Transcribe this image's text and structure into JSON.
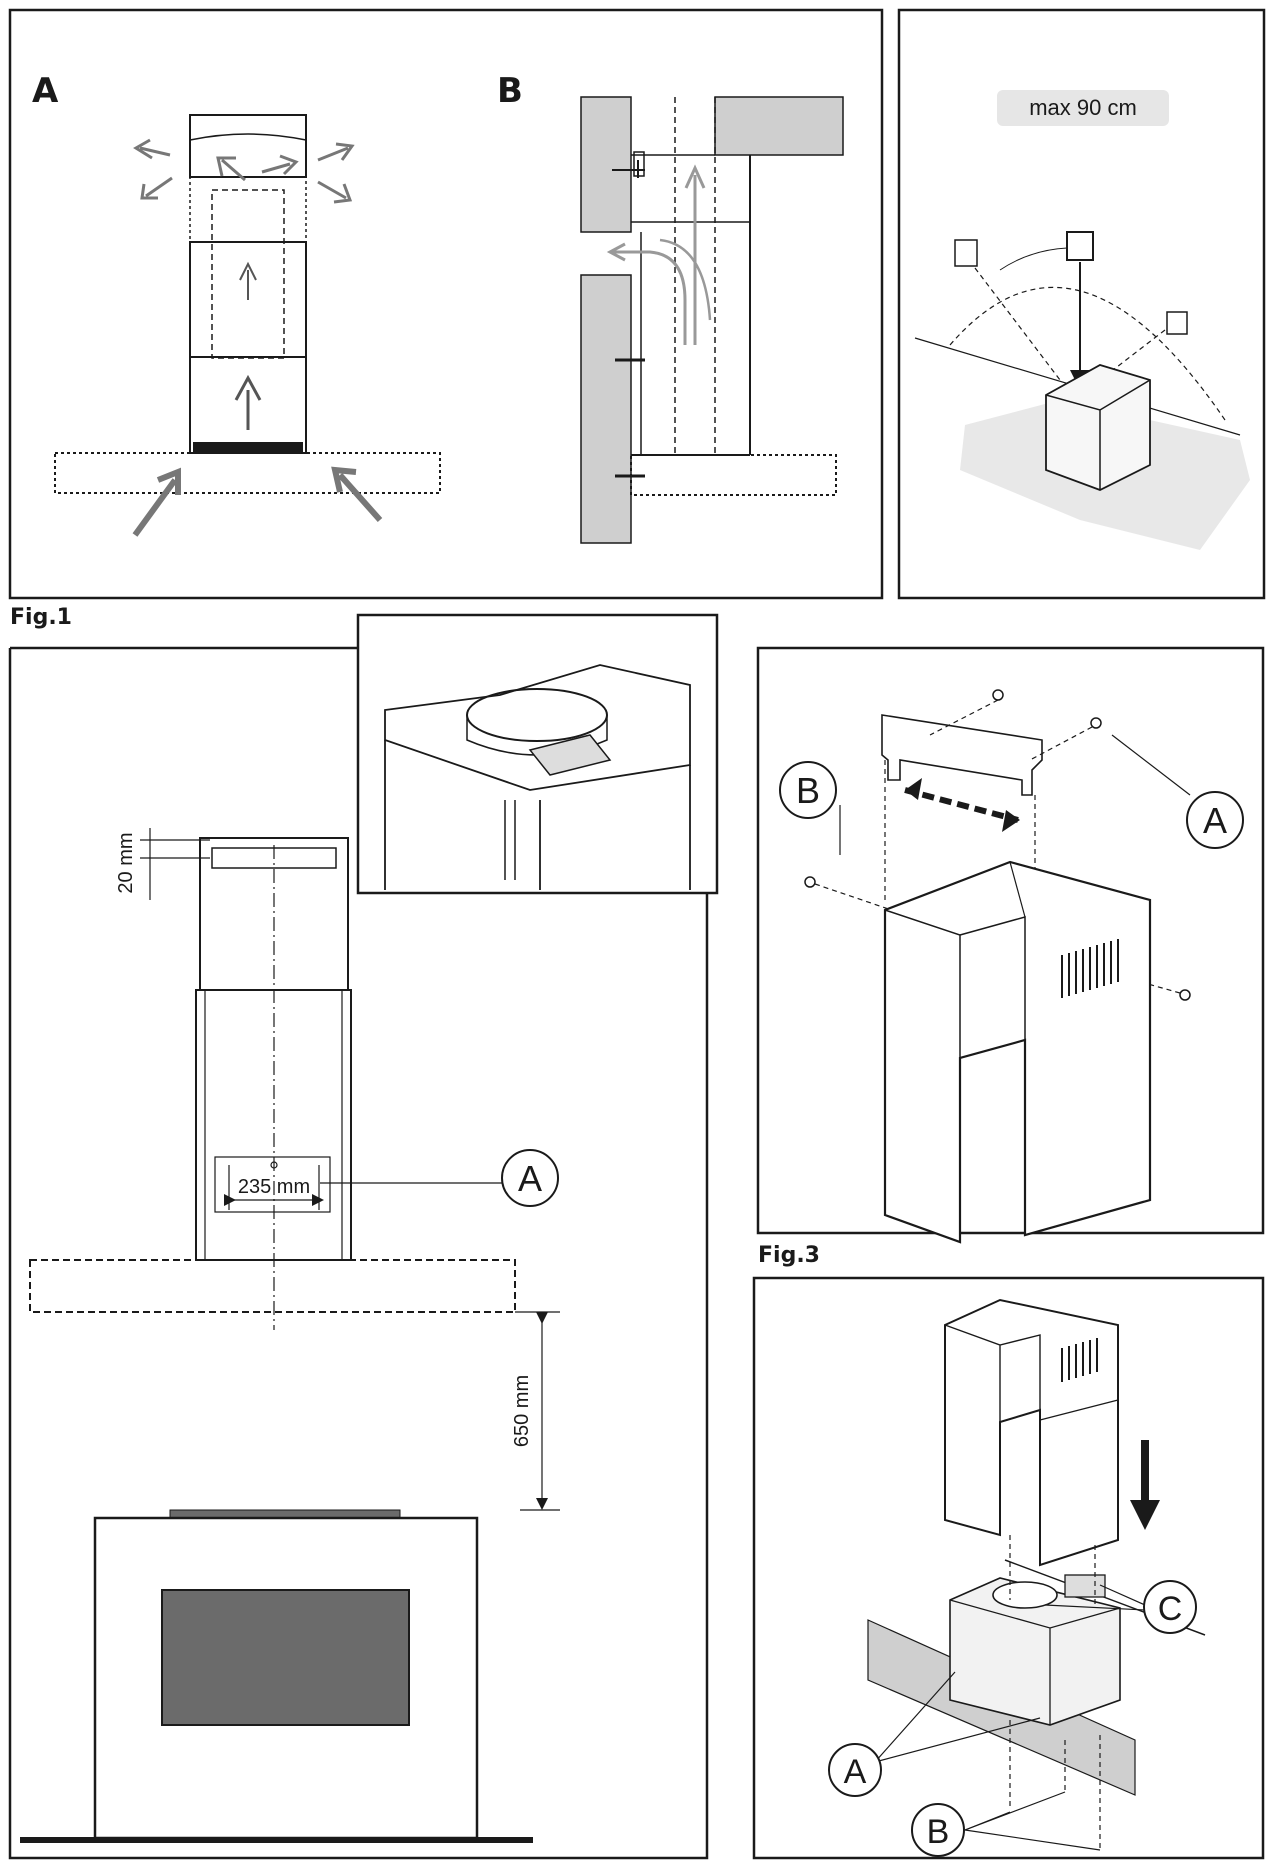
{
  "fig1": {
    "caption": "Fig.1",
    "panel_a_label": "A",
    "panel_b_label": "B"
  },
  "wall_panel": {
    "max_label": "max 90 cm"
  },
  "fig2": {
    "dim_top": "20 mm",
    "dim_width": "235 mm",
    "dim_height": "650 mm",
    "callout_a": "A"
  },
  "fig3": {
    "caption": "Fig.3",
    "callout_a": "A",
    "callout_b": "B"
  },
  "fig4": {
    "callout_a": "A",
    "callout_b": "B",
    "callout_c": "C"
  },
  "colors": {
    "line": "#1a1a1a",
    "wall_gray": "#cfcfcf",
    "oven_window": "#6b6b6b",
    "label_bg": "#e6e6e6"
  }
}
